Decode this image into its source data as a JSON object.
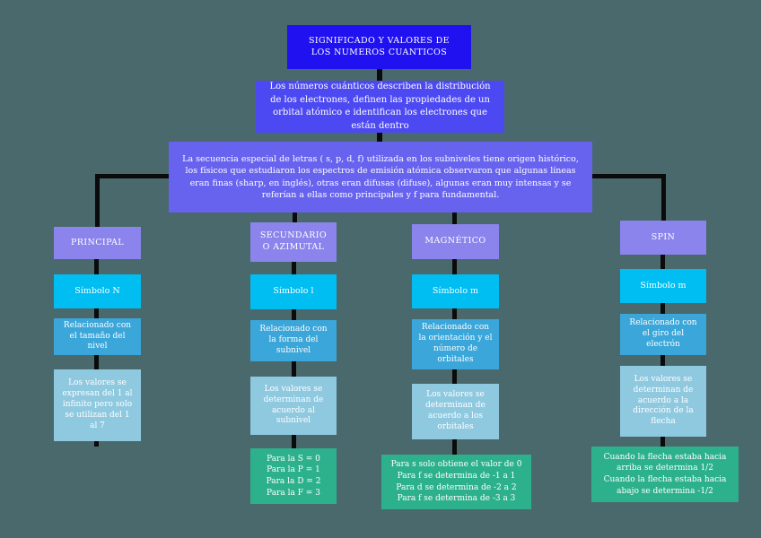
{
  "diagram": {
    "title": "SIGNIFICADO Y VALORES DE LOS NUMEROS CUANTICOS",
    "intro": "Los números cuánticos describen la distribución de los electrones, definen las propiedades de un orbital atómico e identifican los electrones que están dentro",
    "history": "La secuencia especial de letras ( s, p, d, f) utilizada en los subniveles tiene origen histórico, los físicos que estudiaron los espectros de emisión atómica observaron que algunas líneas eran finas (sharp, en inglés), otras eran difusas (difuse), algunas eran muy intensas y se referían a ellas como principales y f para fundamental.",
    "columns": [
      {
        "header": "PRINCIPAL",
        "symbol": "Símbolo N",
        "relation": "Relacionado con el tamaño del nivel",
        "values": "Los valores se expresan del 1 al infinito pero solo se utilizan del 1 al 7"
      },
      {
        "header": "SECUNDARIO O AZIMUTAL",
        "symbol": "Símbolo l",
        "relation": "Relacionado con la forma del subnivel",
        "values": "Los valores se determinan de acuerdo al subnivel",
        "detail": "Para la S = 0\nPara la P = 1\nPara la D = 2\nPara la F = 3"
      },
      {
        "header": "MAGNÉTICO",
        "symbol": "Símbolo m",
        "relation": "Relacionado con la orientación y el número de orbitales",
        "values": "Los valores se determinan de acuerdo a los orbitales",
        "detail": "Para s solo obtiene el valor de 0\nPara f se determina de -1 a 1\nPara d se determina de -2 a 2\nPara f se determina de -3 a 3"
      },
      {
        "header": "SPIN",
        "symbol": "Símbolo m",
        "relation": "Relacionado con el giro del electrón",
        "values": "Los valores se determinan de acuerdo a la dirección de la flecha",
        "detail": "Cuando la flecha estaba hacia arriba se determina 1/2\nCuando la flecha estaba hacia abajo se determina -1/2"
      }
    ],
    "colors": {
      "background": "#4a696c",
      "title_box": "#2012f0",
      "intro_box": "#4c49f2",
      "history_box": "#6763ef",
      "header_box": "#8a84ec",
      "symbol_box": "#00bdf2",
      "relation_box": "#3aa6d9",
      "values_box": "#8fc9e0",
      "detail_box": "#2db18c",
      "connector": "#0b0b0b",
      "text": "#ffffff"
    }
  }
}
